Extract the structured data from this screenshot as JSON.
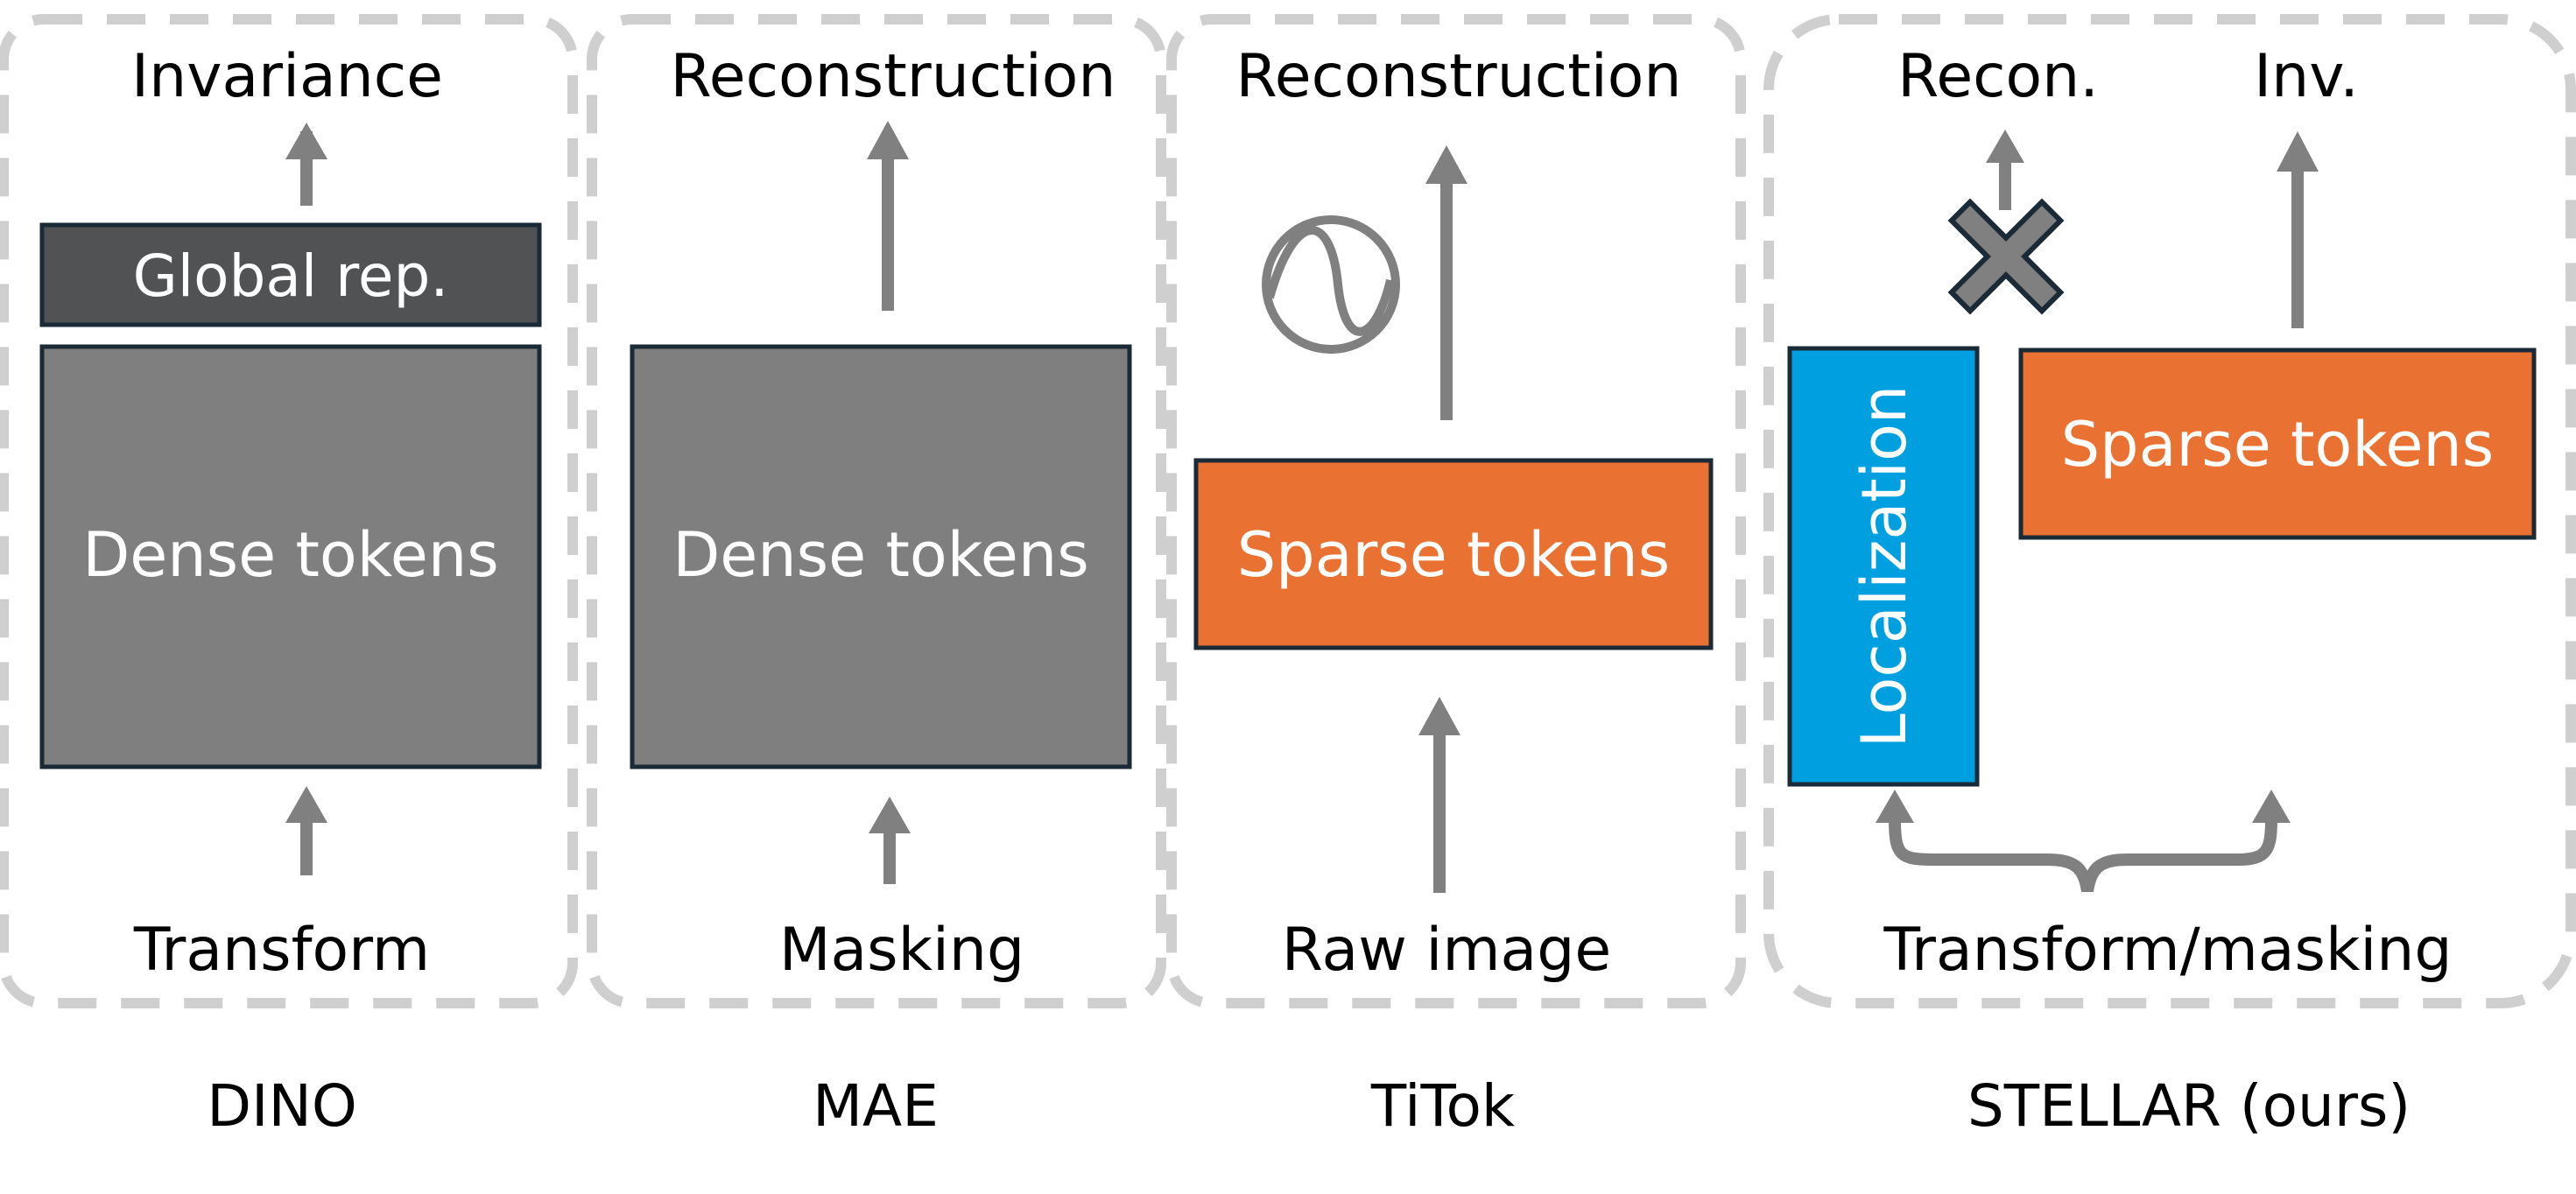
{
  "panels": [
    {
      "caption": "DINO",
      "top_label": "Invariance",
      "bottom_label": "Transform",
      "global_box": "Global rep.",
      "main_box": "Dense tokens"
    },
    {
      "caption": "MAE",
      "top_label": "Reconstruction",
      "bottom_label": "Masking",
      "main_box": "Dense tokens"
    },
    {
      "caption": "TiTok",
      "top_label": "Reconstruction",
      "bottom_label": "Raw image",
      "main_box": "Sparse tokens"
    },
    {
      "caption": "STELLAR (ours)",
      "top_label_left": "Recon.",
      "top_label_right": "Inv.",
      "bottom_label": "Transform/masking",
      "localization_box": "Localization",
      "main_box": "Sparse tokens"
    }
  ],
  "colors": {
    "dark_box": "#505254",
    "gray_box": "#7f7f7f",
    "orange_box": "#e97132",
    "blue_box": "#00a0e0",
    "box_border": "#1a2a36",
    "arrow": "#808080",
    "dashed_border": "#cfcfcf"
  },
  "icons": [
    "sinusoid-icon",
    "cross-icon"
  ]
}
